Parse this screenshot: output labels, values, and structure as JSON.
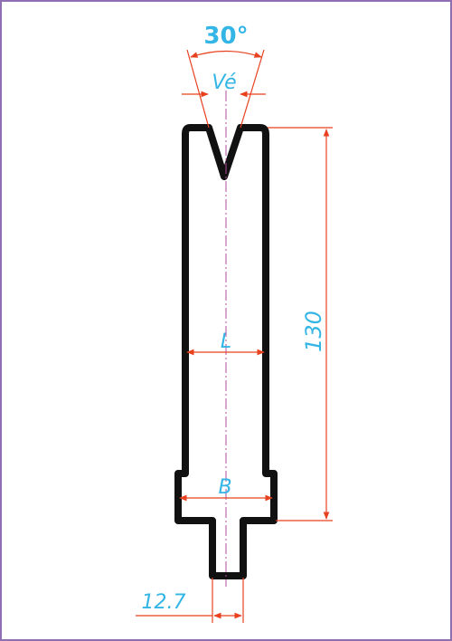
{
  "diagram": {
    "angle_label": "30°",
    "v_opening_label": "Vé",
    "width_label": "L",
    "base_label": "B",
    "height_label": "130",
    "tang_label": "12.7"
  },
  "colors": {
    "frame": "#8e6fb3",
    "outline": "#111111",
    "dimension": "#e8411f",
    "label": "#33b5e5",
    "centerline": "#b24b9e"
  }
}
